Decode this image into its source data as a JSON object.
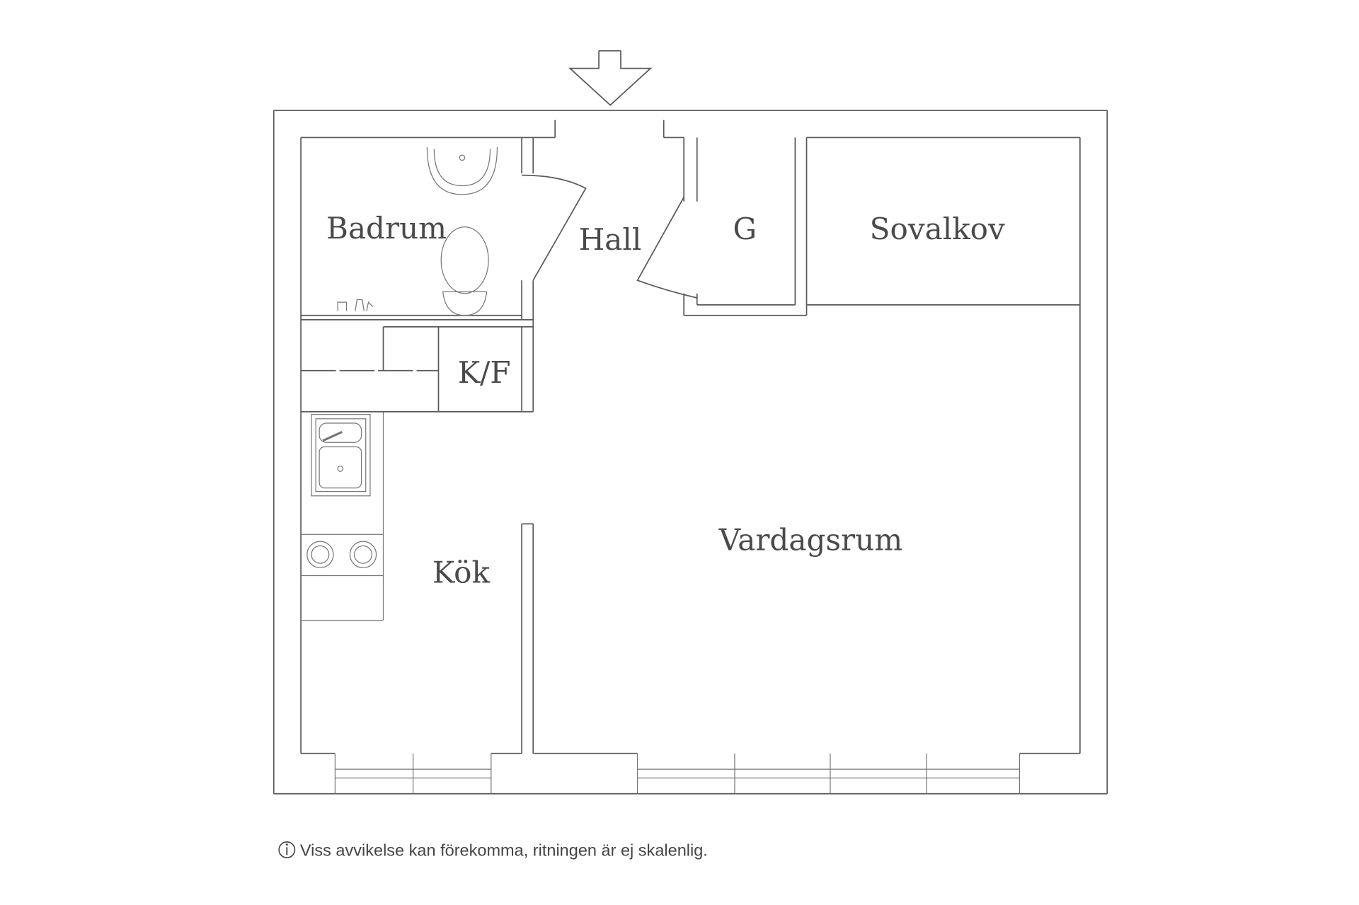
{
  "floorplan": {
    "rooms": {
      "badrum": "Badrum",
      "hall": "Hall",
      "g": "G",
      "sovalkov": "Sovalkov",
      "kf": "K/F",
      "vardagsrum": "Vardagsrum",
      "kok": "Kök"
    },
    "entry_icon": "arrow-down-icon"
  },
  "footer": {
    "icon": "info-icon",
    "disclaimer": "Viss avvikelse kan förekomma, ritningen är ej skalenlig."
  }
}
